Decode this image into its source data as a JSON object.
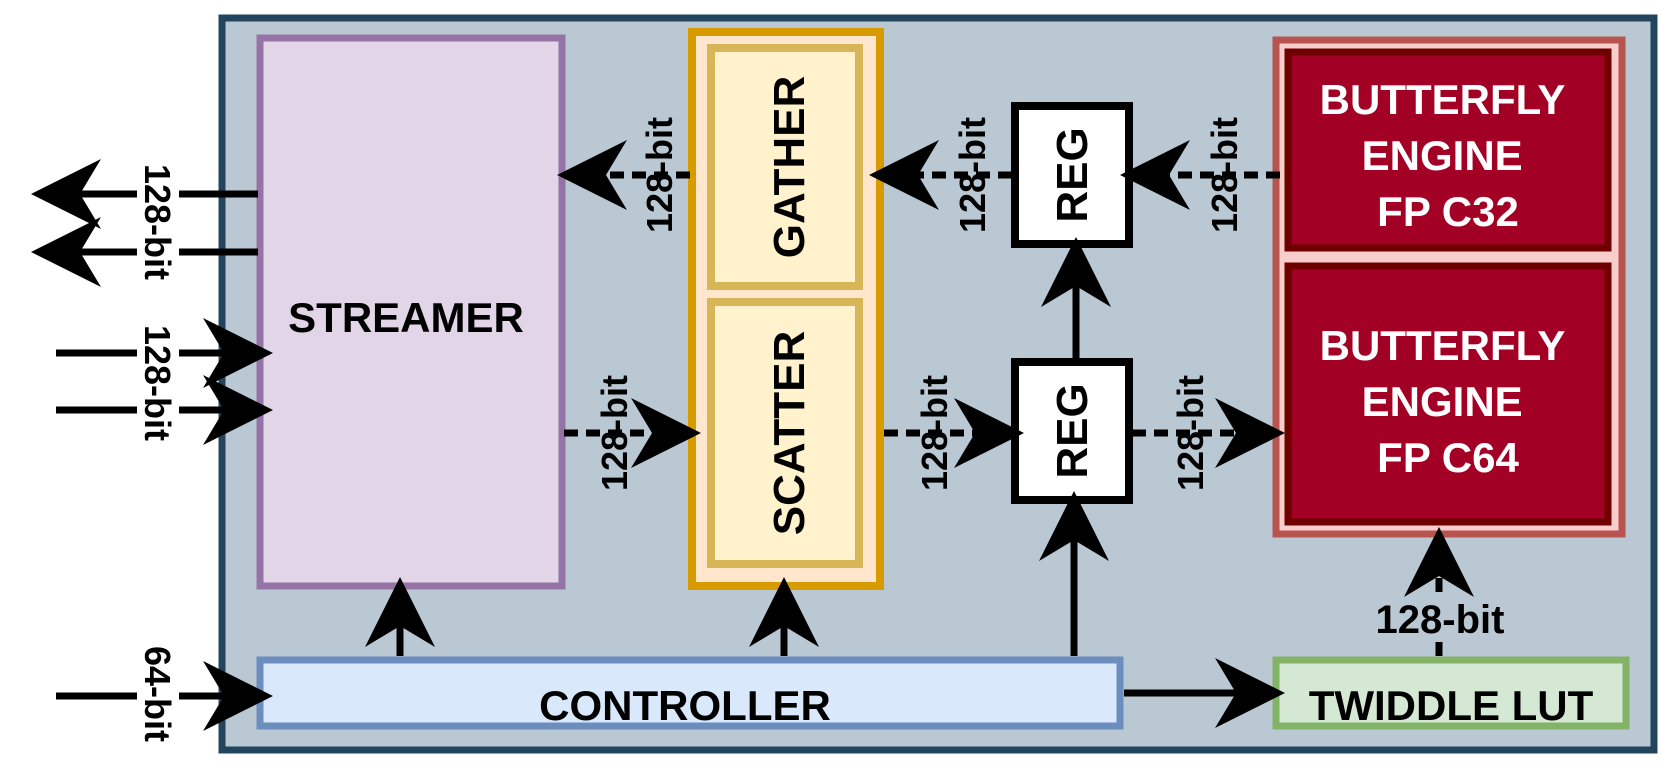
{
  "blocks": {
    "streamer": "STREAMER",
    "gather": "GATHER",
    "scatter": "SCATTER",
    "reg_top": "REG",
    "reg_bottom": "REG",
    "butterfly_c32": [
      "BUTTERFLY",
      "ENGINE",
      "FP C32"
    ],
    "butterfly_c64": [
      "BUTTERFLY",
      "ENGINE",
      "FP C64"
    ],
    "controller": "CONTROLLER",
    "twiddle": "TWIDDLE LUT"
  },
  "bus_labels": {
    "out_streamer": "128-bit",
    "in_streamer": "128-bit",
    "in_controller": "64-bit",
    "gather_to_streamer": "128-bit",
    "streamer_to_scatter": "128-bit",
    "reg_to_gather": "128-bit",
    "scatter_to_reg": "128-bit",
    "bf32_to_reg": "128-bit",
    "reg_to_bf64": "128-bit",
    "twiddle_to_bf": "128-bit"
  },
  "colors": {
    "outer_fill": "#bac8d3",
    "outer_stroke": "#23445d",
    "streamer_fill": "#e1d5e7",
    "streamer_stroke": "#9673a6",
    "gs_outer_fill": "#ffe6cc",
    "gs_outer_stroke": "#d79b00",
    "gs_inner_fill": "#fff2cc",
    "gs_inner_stroke": "#d6b656",
    "bf_outer_fill": "#f8cecc",
    "bf_outer_stroke": "#b85450",
    "bf_fill": "#a20025",
    "bf_stroke": "#6f0000",
    "controller_fill": "#dae8fc",
    "controller_stroke": "#6c8ebf",
    "twiddle_fill": "#d5e8d4",
    "twiddle_stroke": "#82b366"
  }
}
